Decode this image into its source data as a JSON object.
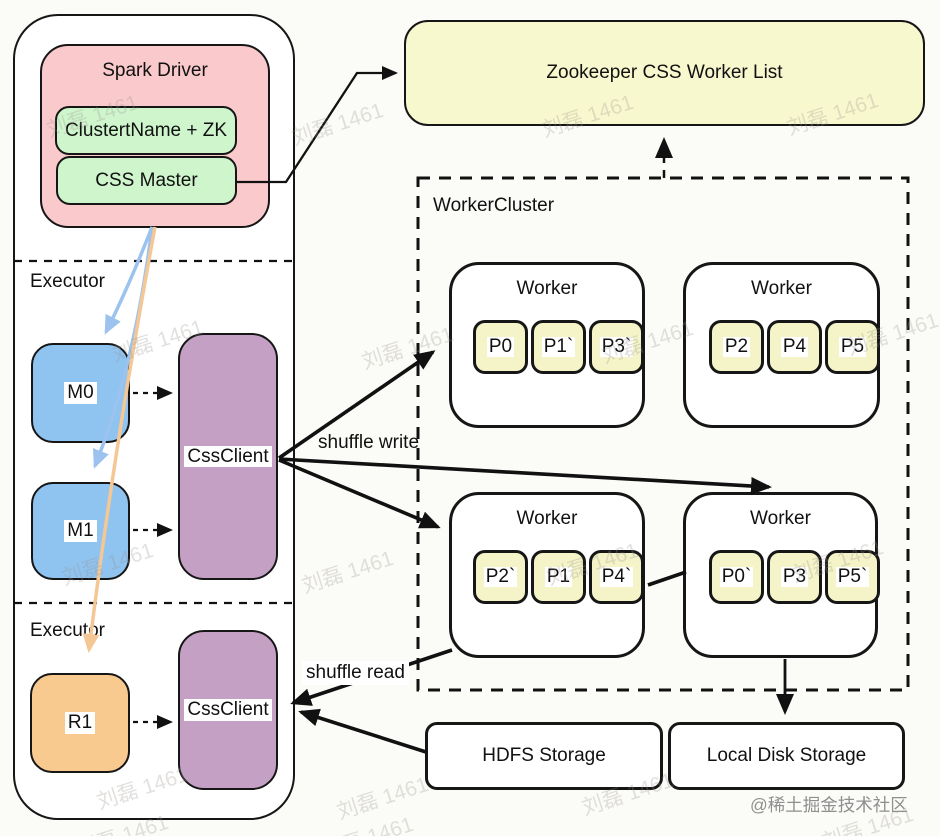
{
  "driver": {
    "title": "Spark Driver",
    "cluster_zk_label": "ClustertName + ZK",
    "css_master_label": "CSS Master",
    "executor_top_label": "Executor",
    "executor_bottom_label": "Executor",
    "map_task_0": "M0",
    "map_task_1": "M1",
    "reduce_task_1": "R1",
    "css_client_top": "CssClient",
    "css_client_bottom": "CssClient"
  },
  "zookeeper": {
    "label": "Zookeeper CSS Worker List"
  },
  "worker_cluster": {
    "label": "WorkerCluster",
    "workers": [
      {
        "label": "Worker",
        "partitions": [
          "P0",
          "P1`",
          "P3`"
        ]
      },
      {
        "label": "Worker",
        "partitions": [
          "P2",
          "P4",
          "P5"
        ]
      },
      {
        "label": "Worker",
        "partitions": [
          "P2`",
          "P1",
          "P4`"
        ]
      },
      {
        "label": "Worker",
        "partitions": [
          "P0`",
          "P3",
          "P5`"
        ]
      }
    ]
  },
  "storage": {
    "hdfs_label": "HDFS Storage",
    "local_disk_label": "Local Disk Storage"
  },
  "edge_labels": {
    "shuffle_write": "shuffle write",
    "shuffle_read": "shuffle read"
  },
  "watermark": {
    "text": "刘磊 1461",
    "credit": "@稀土掘金技术社区"
  },
  "colors": {
    "spark_driver_box": "#f9c9cc",
    "master_boxes": "#cff5cd",
    "map_tasks": "#8fc3f0",
    "reduce_task": "#f9ca90",
    "css_client": "#c4a1c4",
    "zookeeper_box": "#f8f8cf",
    "partition_chips": "#f4f4c8",
    "arrow_blue": "#9cc3ee",
    "arrow_orange": "#f5c795",
    "line_black": "#111111"
  }
}
